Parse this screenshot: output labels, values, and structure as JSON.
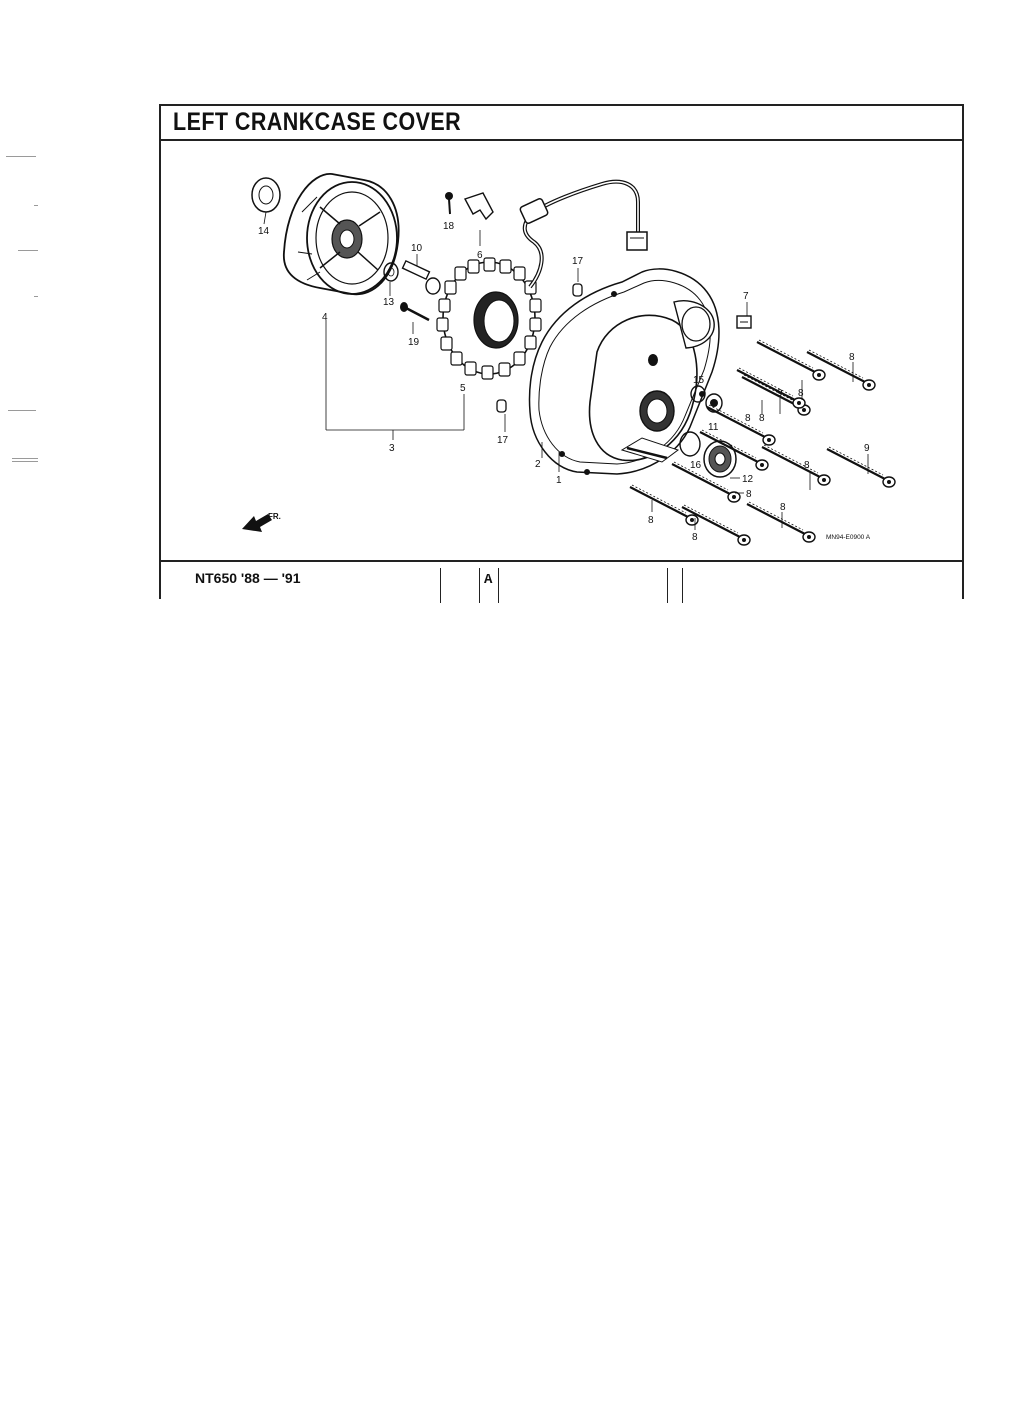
{
  "page": {
    "title": "LEFT CRANKCASE COVER",
    "model": "NT650 '88 — '91",
    "index_letter": "A",
    "figure_code": "MN94-E0900 A",
    "front_marker": "FR."
  },
  "callouts": [
    "1",
    "2",
    "3",
    "4",
    "5",
    "6",
    "7",
    "8",
    "9",
    "10",
    "11",
    "12",
    "13",
    "14",
    "15",
    "16",
    "17",
    "18",
    "19"
  ],
  "parts": {
    "cover": "left-crankcase-cover",
    "flywheel": "flywheel",
    "stator": "stator",
    "wire_harness": "wire-harness"
  }
}
